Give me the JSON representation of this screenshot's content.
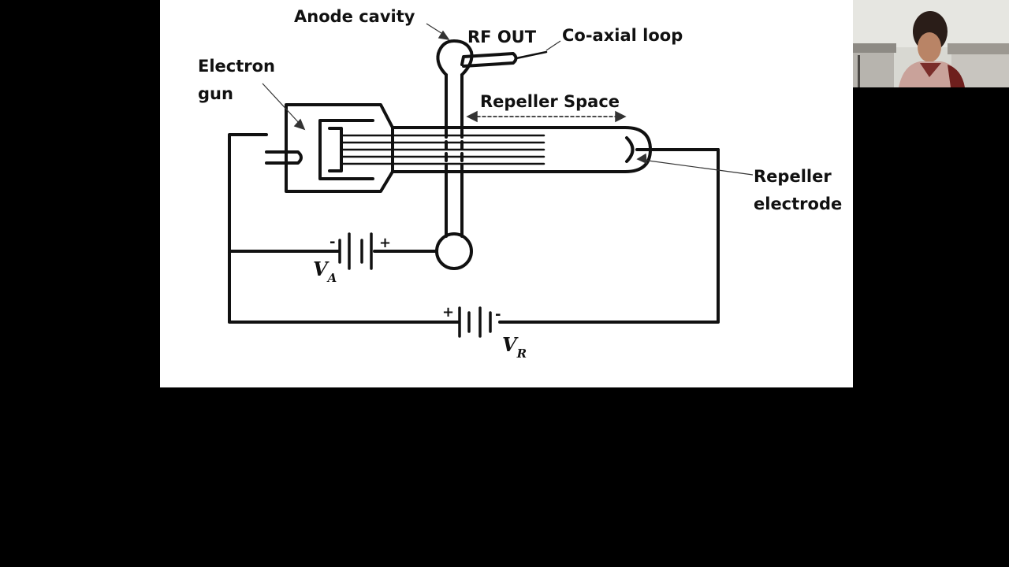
{
  "diagram": {
    "labels": {
      "anode_cavity": "Anode cavity",
      "rf_out": "RF OUT",
      "coaxial_loop": "Co-axial loop",
      "electron_gun_line1": "Electron",
      "electron_gun_line2": "gun",
      "repeller_space": "Repeller Space",
      "repeller_electrode_line1": "Repeller",
      "repeller_electrode_line2": "electrode",
      "va_symbol": "V",
      "va_subscript": "A",
      "vr_symbol": "V",
      "vr_subscript": "R",
      "va_minus": "-",
      "va_plus": "+",
      "vr_plus": "+",
      "vr_minus": "-"
    }
  },
  "colors": {
    "background": "#000000",
    "slide": "#ffffff",
    "ink": "#111111"
  },
  "webcam": {
    "icon": "presenter-video-thumbnail"
  }
}
